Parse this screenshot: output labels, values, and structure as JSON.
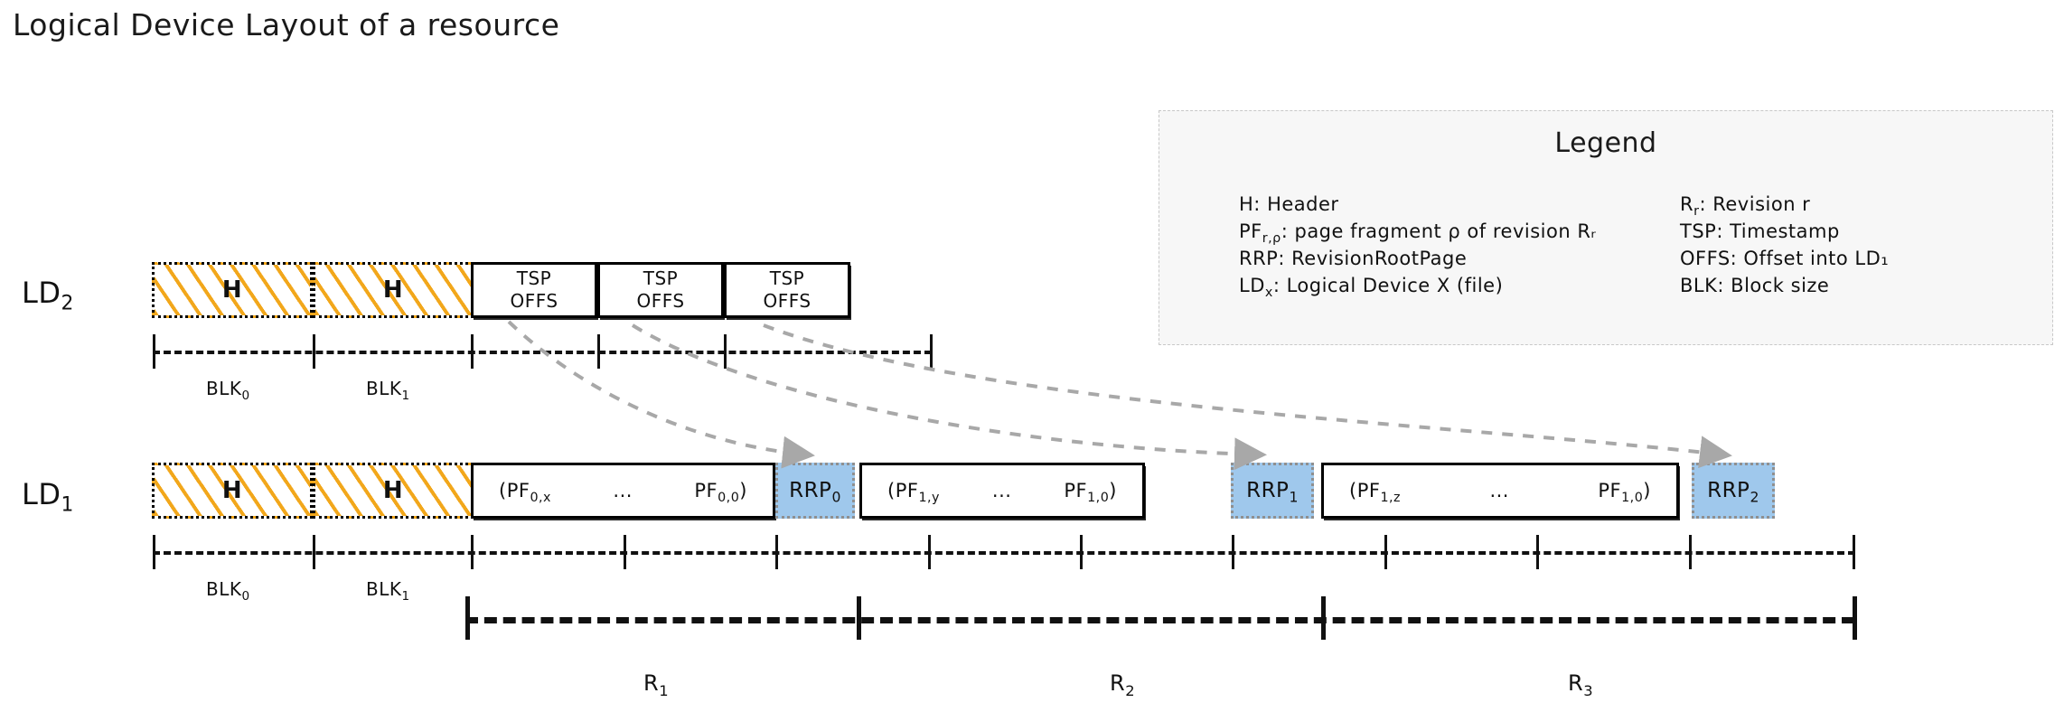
{
  "title": "Logical Device Layout of a resource",
  "legend": {
    "heading": "Legend",
    "left_entries": [
      {
        "term": "H",
        "desc": "Header"
      },
      {
        "term": "PF",
        "term_sub": "r,ρ",
        "desc": "page fragment ρ of revision Rᵣ"
      },
      {
        "term": "RRP",
        "desc": "RevisionRootPage"
      },
      {
        "term": "LD",
        "term_sub": "x",
        "desc": "Logical Device X (file)"
      }
    ],
    "right_entries": [
      {
        "term": "R",
        "term_sub": "r",
        "desc": "Revision r"
      },
      {
        "term": "TSP",
        "desc": "Timestamp"
      },
      {
        "term": "OFFS",
        "desc": "Offset into LD₁"
      },
      {
        "term": "BLK",
        "desc": "Block size"
      }
    ],
    "left_lines": [
      "H: Header",
      "PF r,ρ: page fragment ρ of revision R r",
      "RRP: RevisionRootPage",
      "LD x: Logical Device X (file)"
    ],
    "right_lines": [
      "R r: Revision r",
      "TSP: Timestamp",
      "OFFS: Offset into LD 1",
      "BLK: Block size"
    ]
  },
  "ld2": {
    "label": "LD",
    "label_sub": "2",
    "header_blocks": [
      {
        "text": "H"
      },
      {
        "text": "H"
      }
    ],
    "entry_blocks": [
      {
        "line1": "TSP",
        "line2": "OFFS"
      },
      {
        "line1": "TSP",
        "line2": "OFFS"
      },
      {
        "line1": "TSP",
        "line2": "OFFS"
      }
    ],
    "blk_labels": [
      {
        "text": "BLK",
        "sub": "0"
      },
      {
        "text": "BLK",
        "sub": "1"
      }
    ]
  },
  "ld1": {
    "label": "LD",
    "label_sub": "1",
    "header_blocks": [
      {
        "text": "H"
      },
      {
        "text": "H"
      }
    ],
    "fragment_blocks": [
      {
        "open": "(PF",
        "first_sub": "0,x",
        "ellipsis": "...",
        "last": "PF",
        "last_sub": "0,0",
        "close": ")"
      },
      {
        "open": "(PF",
        "first_sub": "1,y",
        "ellipsis": "...",
        "last": "PF",
        "last_sub": "1,0",
        "close": ")"
      },
      {
        "open": "(PF",
        "first_sub": "1,z",
        "ellipsis": "...",
        "last": "PF",
        "last_sub": "1,0",
        "close": ")"
      }
    ],
    "rrp_blocks": [
      {
        "text": "RRP",
        "sub": "0"
      },
      {
        "text": "RRP",
        "sub": "1"
      },
      {
        "text": "RRP",
        "sub": "2"
      }
    ],
    "blk_labels": [
      {
        "text": "BLK",
        "sub": "0"
      },
      {
        "text": "BLK",
        "sub": "1"
      }
    ]
  },
  "revisions": [
    {
      "text": "R",
      "sub": "1"
    },
    {
      "text": "R",
      "sub": "2"
    },
    {
      "text": "R",
      "sub": "3"
    }
  ],
  "colors": {
    "hatch": "#f2a71b",
    "rrp_fill": "#9fc8ec",
    "arrow": "#a8a8a8",
    "legend_bg": "#f7f7f7",
    "ink": "#111111"
  }
}
